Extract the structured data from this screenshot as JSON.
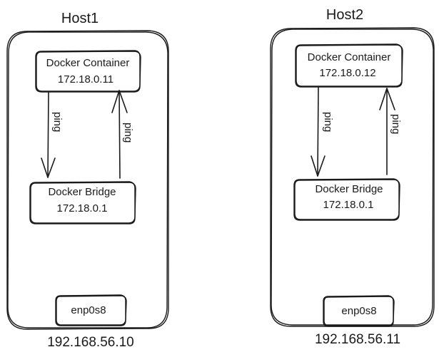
{
  "hosts": [
    {
      "title": "Host1",
      "ip": "192.168.56.10",
      "container": {
        "name": "Docker Container",
        "ip": "172.18.0.11"
      },
      "bridge": {
        "name": "Docker Bridge",
        "ip": "172.18.0.1"
      },
      "nic": "enp0s8",
      "ping_down": "ping",
      "ping_up": "ping"
    },
    {
      "title": "Host2",
      "ip": "192.168.56.11",
      "container": {
        "name": "Docker Container",
        "ip": "172.18.0.12"
      },
      "bridge": {
        "name": "Docker Bridge",
        "ip": "172.18.0.1"
      },
      "nic": "enp0s8",
      "ping_down": "ping",
      "ping_up": "ping"
    }
  ]
}
